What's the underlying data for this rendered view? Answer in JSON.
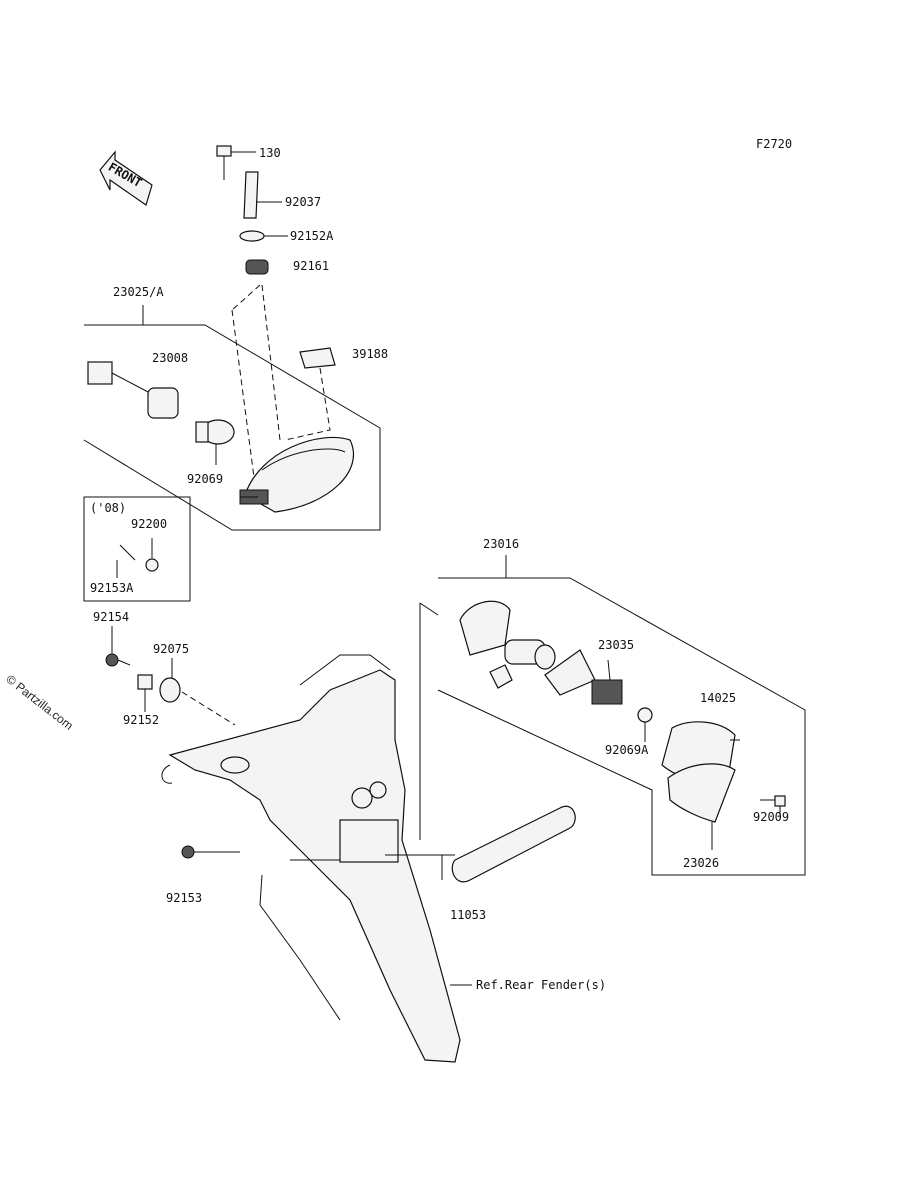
{
  "diagram": {
    "figure_id": "F2720",
    "front_label": "FRONT",
    "watermark": "© Partzilla.com",
    "footer": "",
    "part_numbers": {
      "p130": "130",
      "p92037": "92037",
      "p92152A": "92152A",
      "p92161": "92161",
      "p23025A": "23025/A",
      "p39188": "39188",
      "p23008": "23008",
      "p92069": "92069",
      "p08": "('08)",
      "p92200": "92200",
      "p92153A": "92153A",
      "p92154": "92154",
      "p92075": "92075",
      "p92152": "92152",
      "p23016": "23016",
      "p23035": "23035",
      "p14025": "14025",
      "p92069A": "92069A",
      "p92009": "92009",
      "p23026": "23026",
      "p92153": "92153",
      "p11053": "11053",
      "ref_fender": "Ref.Rear Fender(s)"
    }
  }
}
